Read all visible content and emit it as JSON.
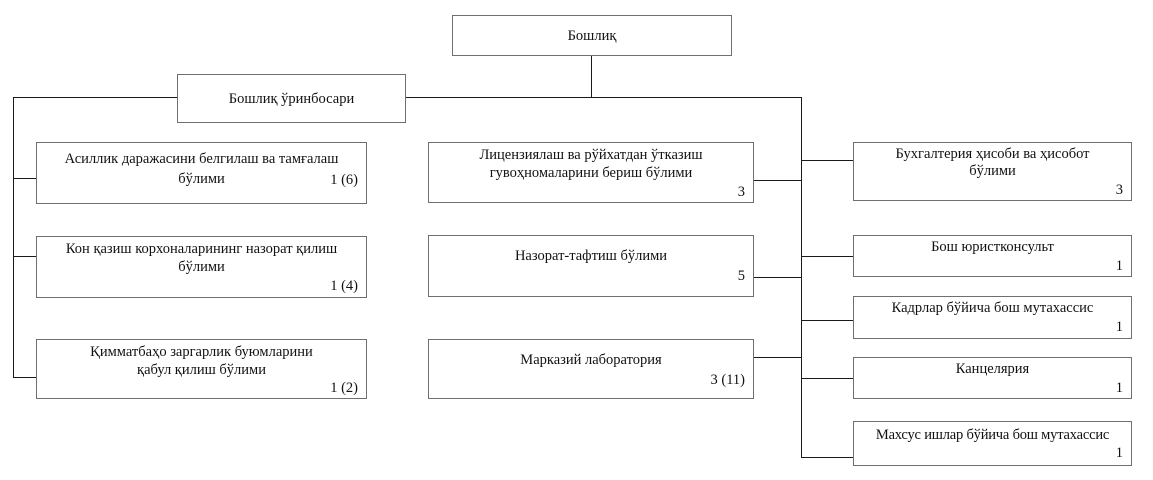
{
  "chart_data": {
    "type": "org-chart",
    "title": "",
    "root": {
      "label": "Бошлиқ",
      "children": [
        {
          "label": "Бошлиқ ўринбосари",
          "children": [
            {
              "label_line1": "Асиллик даражасини белгилаш ва тамғалаш",
              "label_line2": "бўлими",
              "count": "1 (6)"
            },
            {
              "label_line1": "Кон қазиш корхоналарининг назорат қилиш",
              "label_line2": "бўлими",
              "count": "1 (4)"
            },
            {
              "label_line1": "Қимматбаҳо заргарлик буюмларини",
              "label_line2": "қабул қилиш бўлими",
              "count": "1 (2)"
            }
          ]
        }
      ],
      "direct_units_middle": [
        {
          "label_line1": "Лицензиялаш ва рўйхатдан ўтказиш",
          "label_line2": "гувоҳномаларини бериш бўлими",
          "count": "3"
        },
        {
          "label_line1": "Назорат-тафтиш бўлими",
          "label_line2": "",
          "count": "5"
        },
        {
          "label_line1": "Марказий лаборатория",
          "label_line2": "",
          "count": "3 (11)"
        }
      ],
      "direct_units_right": [
        {
          "label_line1": "Бухгалтерия ҳисоби ва ҳисобот",
          "label_line2": "бўлими",
          "count": "3"
        },
        {
          "label_line1": "Бош юристконсульт",
          "label_line2": "",
          "count": "1"
        },
        {
          "label_line1": "Кадрлар бўйича бош мутахассис",
          "label_line2": "",
          "count": "1"
        },
        {
          "label_line1": "Канцелярия",
          "label_line2": "",
          "count": "1"
        },
        {
          "label_line1": "Махсус ишлар бўйича бош мутахассис",
          "label_line2": "",
          "count": "1"
        }
      ]
    }
  }
}
